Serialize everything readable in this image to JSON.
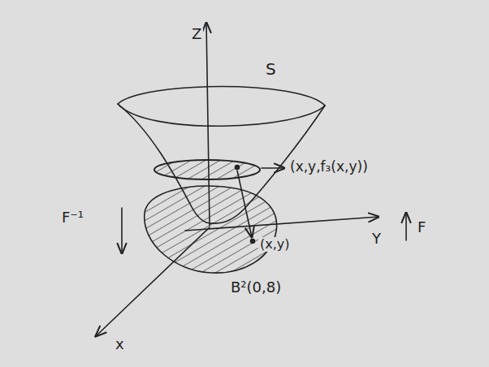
{
  "diagram": {
    "labels": [
      "Z",
      "S",
      "(x,y,f₃(x,y))",
      "F⁻¹",
      "F",
      "Y",
      "(x,y)",
      "B²(0,8)",
      "x"
    ]
  }
}
